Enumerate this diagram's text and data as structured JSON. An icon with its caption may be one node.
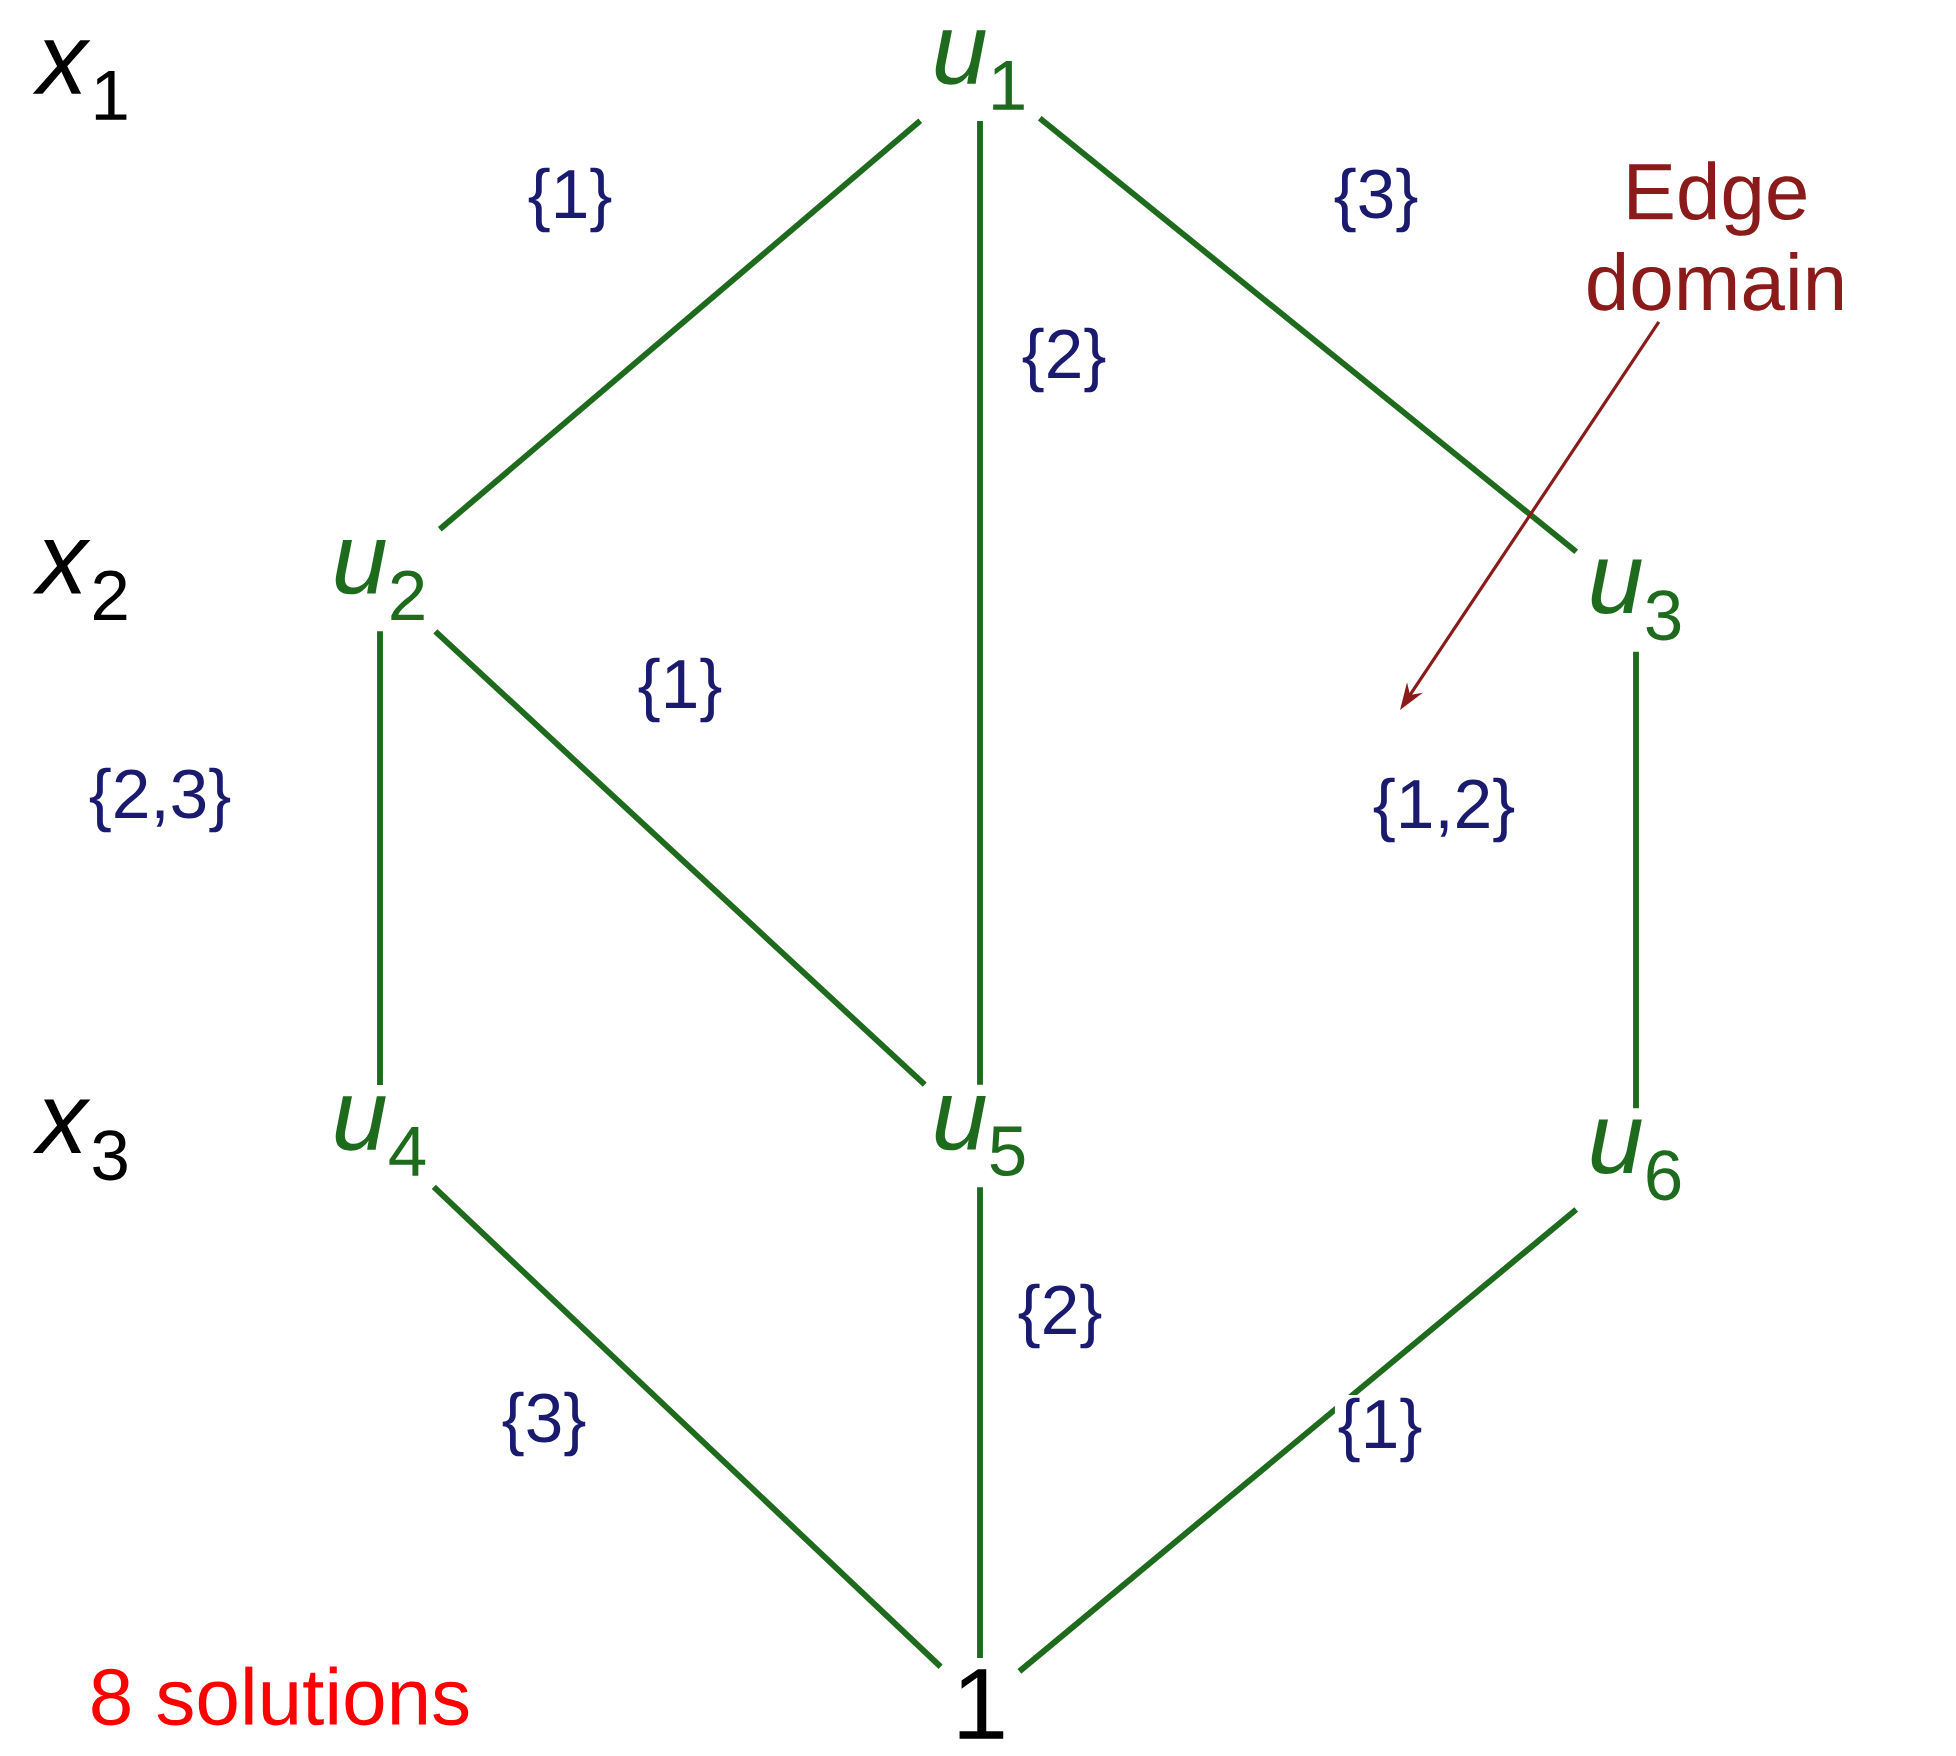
{
  "diagram": {
    "nodes": [
      {
        "text": [
          "*u*$_{1}$"
        ]
      },
      {
        "text": [
          "Edge domain"
        ]
      },
      {
        "text": [
          "*u*$_{2}$"
        ]
      },
      {
        "text": [
          "*u*$_{3}$"
        ]
      },
      {
        "text": [
          "*u*$_{4}$"
        ]
      },
      {
        "text": [
          "*u*$_{5}$"
        ]
      },
      {
        "text": [
          "*u*$_{6}$"
        ]
      },
      {
        "text": [
          "1"
        ]
      }
    ],
    "edges": [
      {
        "from": 0,
        "to": 2,
        "arrow": "none",
        "label": "{1}"
      },
      {
        "from": 0,
        "to": 5,
        "arrow": "none",
        "label": "{2}"
      },
      {
        "from": 0,
        "to": 3,
        "arrow": "none",
        "label": "{3}"
      },
      {
        "from": 2,
        "to": 5,
        "arrow": "none",
        "label": "{1}"
      },
      {
        "from": 2,
        "to": 4,
        "arrow": "none",
        "label": "{2,3}"
      },
      {
        "from": 3,
        "to": 6,
        "arrow": "none",
        "label": "{1,2}"
      },
      {
        "from": 4,
        "to": 7,
        "arrow": "none",
        "label": "{3}"
      },
      {
        "from": 5,
        "to": 7,
        "arrow": "none",
        "label": "{2}"
      },
      {
        "from": 6,
        "to": 7,
        "arrow": "none",
        "label": "{1}"
      },
      {
        "from": 1,
        "to": null,
        "arrow": "to",
        "color": "#8b1a1a"
      }
    ],
    "labels": [
      "*x*$_{1}$",
      "*x*$_{2}$",
      "*x*$_{3}$",
      "8 solutions"
    ]
  }
}
